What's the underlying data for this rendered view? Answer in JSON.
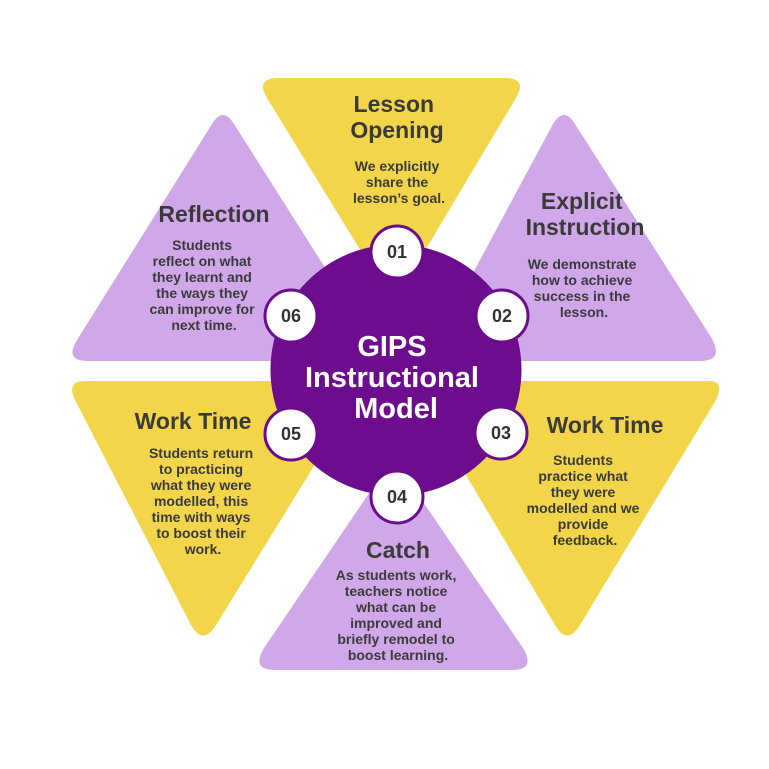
{
  "center": {
    "lines": [
      "GIPS",
      "Instructional",
      "Model"
    ]
  },
  "colors": {
    "yellow": "#f3d54a",
    "purple": "#d0a8ea",
    "outline": "#6b0c8f",
    "center_fill": "#6d0d8e",
    "number_fill": "#ffffff",
    "text": "#3a3a3a"
  },
  "segments": [
    {
      "number": "01",
      "title_lines": [
        "Lesson",
        "Opening"
      ],
      "desc_lines": [
        "We explicitly",
        "share the",
        "lesson’s goal."
      ],
      "color": "yellow"
    },
    {
      "number": "02",
      "title_lines": [
        "Explicit",
        "Instruction"
      ],
      "desc_lines": [
        "We demonstrate",
        "how to achieve",
        "success in the",
        "lesson."
      ],
      "color": "purple"
    },
    {
      "number": "03",
      "title_lines": [
        "Work Time"
      ],
      "desc_lines": [
        "Students",
        "practice what",
        "they were",
        "modelled and we",
        "provide",
        "feedback."
      ],
      "color": "yellow"
    },
    {
      "number": "04",
      "title_lines": [
        "Catch"
      ],
      "desc_lines": [
        "As students work,",
        "teachers notice",
        "what can be",
        "improved and",
        "briefly remodel to",
        "boost learning."
      ],
      "color": "purple"
    },
    {
      "number": "05",
      "title_lines": [
        "Work Time"
      ],
      "desc_lines": [
        "Students return",
        "to practicing",
        "what they were",
        "modelled, this",
        "time with ways",
        "to boost their",
        "work."
      ],
      "color": "yellow"
    },
    {
      "number": "06",
      "title_lines": [
        "Reflection"
      ],
      "desc_lines": [
        "Students",
        "reflect on what",
        "they learnt and",
        "the ways they",
        "can improve for",
        "next time."
      ],
      "color": "purple"
    }
  ]
}
